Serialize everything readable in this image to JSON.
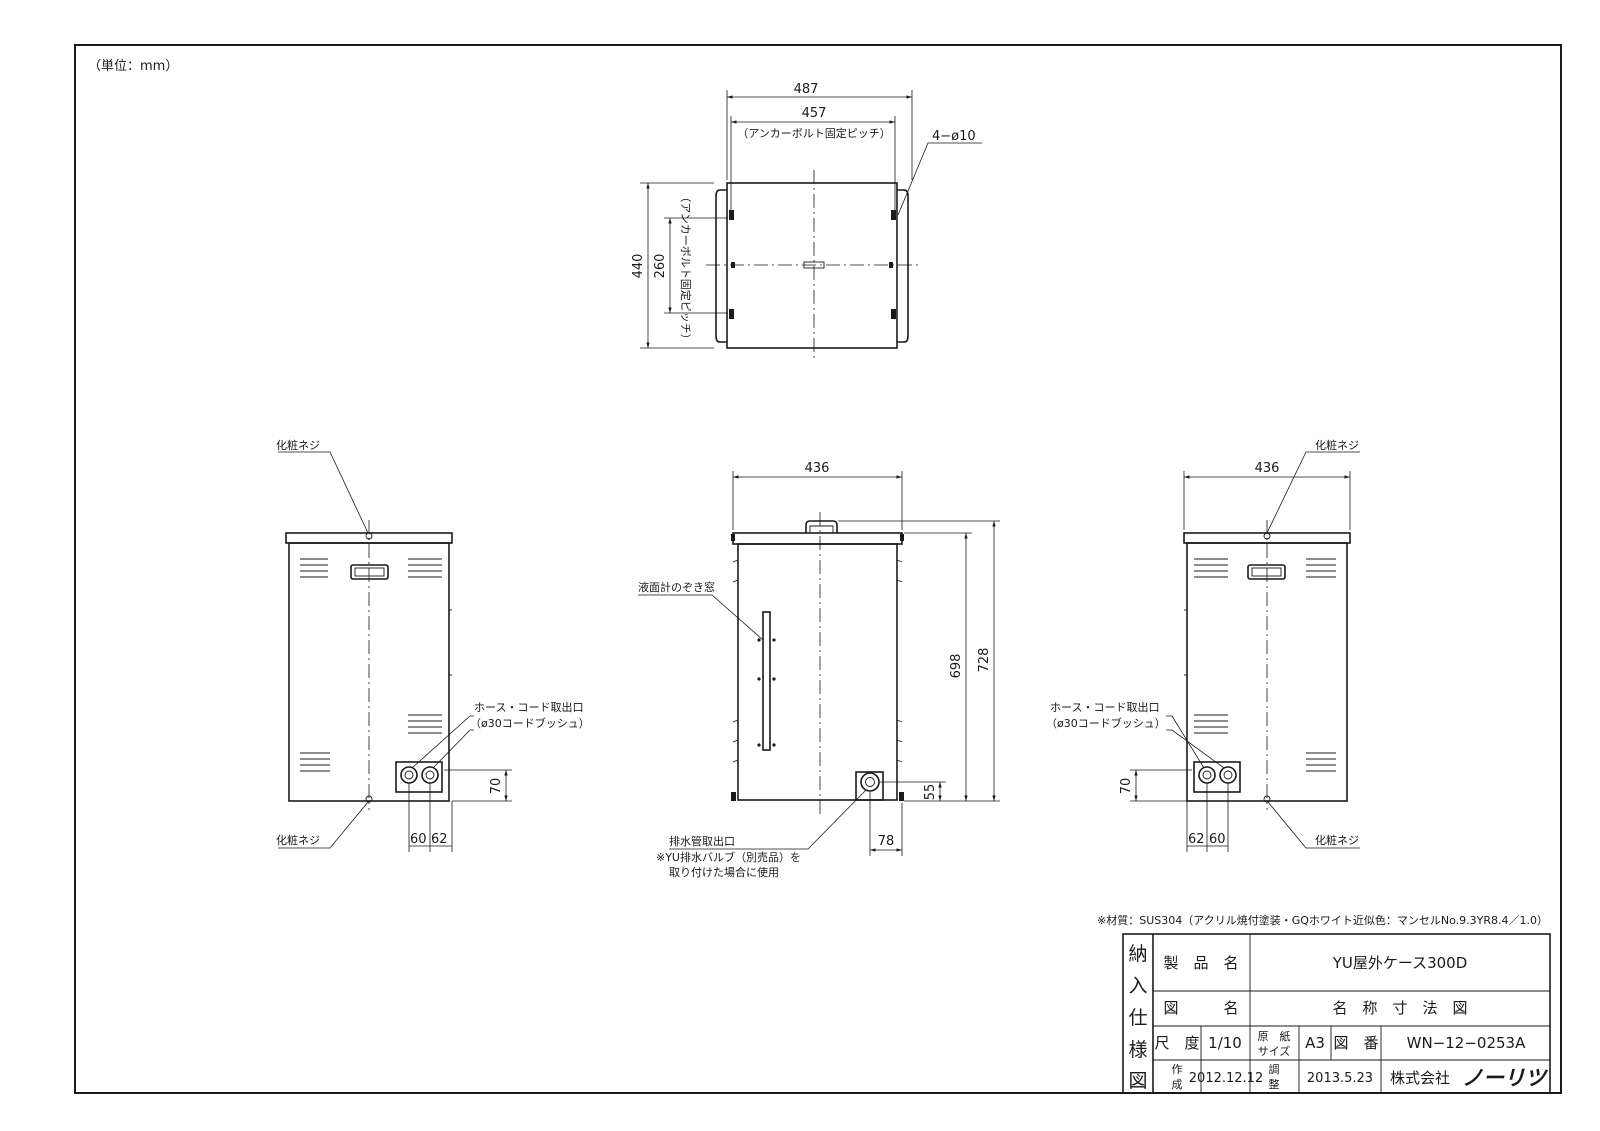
{
  "sheet": {
    "unit_note": "（単位：mm）",
    "material_note": "※材質：SUS304（アクリル焼付塗装・GQホワイト近似色：マンセルNo.9.3YR8.4／1.0）"
  },
  "top_view": {
    "dim_overall_width": "487",
    "dim_anchor_pitch_width": "457",
    "anchor_pitch_note": "（アンカーボルト固定ピッチ）",
    "hole_spec": "4−ø10",
    "dim_overall_depth": "440",
    "dim_anchor_pitch_depth": "260",
    "anchor_pitch_note_vertical": "（アンカーボルト固定ピッチ）"
  },
  "left_view": {
    "screw_label_top": "化粧ネジ",
    "screw_label_bottom": "化粧ネジ",
    "outlet_label": "ホース・コード取出口",
    "outlet_sub": "（ø30コードブッシュ）",
    "dim_height_70": "70",
    "dim_60": "60",
    "dim_62": "62"
  },
  "front_view": {
    "dim_width": "436",
    "level_window_label": "液面計のぞき窓",
    "dim_height_698": "698",
    "dim_height_728": "728",
    "dim_55": "55",
    "dim_78": "78",
    "drain_label": "排水管取出口",
    "drain_note_1": "※YU排水バルブ（別売品）を",
    "drain_note_2": "取り付けた場合に使用"
  },
  "right_view": {
    "screw_label_top": "化粧ネジ",
    "screw_label_bottom": "化粧ネジ",
    "dim_width": "436",
    "outlet_label": "ホース・コード取出口",
    "outlet_sub": "（ø30コードブッシュ）",
    "dim_height_70": "70",
    "dim_62": "62",
    "dim_60": "60"
  },
  "title_block": {
    "side_label": [
      "納",
      "入",
      "仕",
      "様",
      "図"
    ],
    "product_name_label": "製　品　名",
    "product_name": "YU屋外ケース300D",
    "drawing_name_label": "図　　　名",
    "drawing_name": "名　称　寸　法　図",
    "scale_label": "尺　度",
    "scale": "1/10",
    "paper_label_1": "原　紙",
    "paper_label_2": "サイズ",
    "paper_size": "A3",
    "drawing_no_label": "図　番",
    "drawing_no": "WN−12−0253A",
    "created_label_1": "作",
    "created_label_2": "成",
    "created_date": "2012.12.12",
    "adjusted_label_1": "調",
    "adjusted_label_2": "整",
    "adjusted_date": "2013.5.23",
    "company": "株式会社",
    "brand": "ノーリツ"
  }
}
